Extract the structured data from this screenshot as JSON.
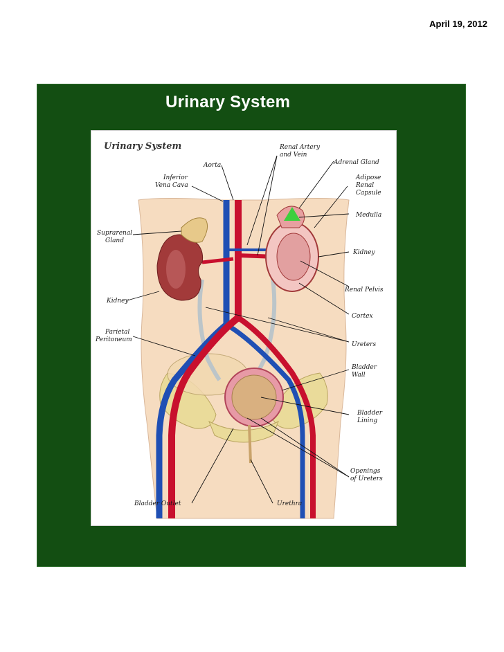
{
  "header": {
    "date": "April 19, 2012"
  },
  "slide": {
    "title": "Urinary System",
    "background": "#134e12"
  },
  "diagram": {
    "title": "Urinary System",
    "labels": {
      "aorta": "Aorta",
      "inferior_vena_cava_1": "Inferior",
      "inferior_vena_cava_2": "Vena Cava",
      "renal_artery_1": "Renal Artery",
      "renal_artery_2": "and Vein",
      "adrenal_gland": "Adrenal Gland",
      "adipose_1": "Adipose",
      "adipose_2": "Renal",
      "adipose_3": "Capsule",
      "medulla": "Medulla",
      "suprarenal_1": "Suprarenal",
      "suprarenal_2": "Gland",
      "kidney_right": "Kidney",
      "kidney_left": "Kidney",
      "renal_pelvis": "Renal Pelvis",
      "cortex": "Cortex",
      "parietal_1": "Parietal",
      "parietal_2": "Peritoneum",
      "ureters": "Ureters",
      "bladder_wall_1": "Bladder",
      "bladder_wall_2": "Wall",
      "bladder_lining_1": "Bladder",
      "bladder_lining_2": "Lining",
      "openings_1": "Openings",
      "openings_2": "of Ureters",
      "bladder_outlet": "Bladder Outlet",
      "urethra": "Urethra"
    },
    "colors": {
      "artery": "#c8102e",
      "vein": "#1f4fb4",
      "kidney": "#a23a3a",
      "medulla": "#3ecf3e",
      "body": "#f6dcc0",
      "bone": "#eadb9a",
      "ureter": "#bcc5c9"
    }
  }
}
